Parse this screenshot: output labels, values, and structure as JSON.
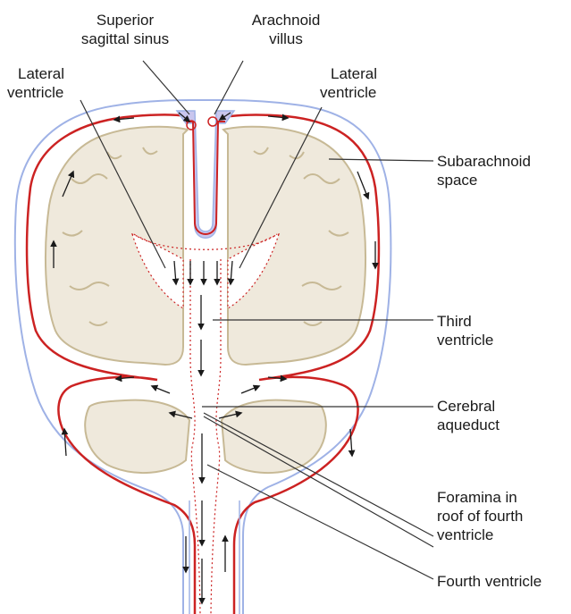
{
  "labels": {
    "superior_sagittal_sinus": [
      "Superior",
      "sagittal sinus"
    ],
    "arachnoid_villus": [
      "Arachnoid",
      "villus"
    ],
    "lateral_ventricle_left": [
      "Lateral",
      "ventricle"
    ],
    "lateral_ventricle_right": [
      "Lateral",
      "ventricle"
    ],
    "subarachnoid_space": [
      "Subarachnoid",
      "space"
    ],
    "third_ventricle": [
      "Third",
      "ventricle"
    ],
    "cerebral_aqueduct": [
      "Cerebral",
      "aqueduct"
    ],
    "foramina": [
      "Foramina in",
      "roof of fourth",
      "ventricle"
    ],
    "fourth_ventricle": [
      "Fourth ventricle"
    ]
  },
  "colors": {
    "dura_outline": "#9fb2e6",
    "csf_flow_line": "#cc2222",
    "brain_tissue": "#efe9dc",
    "brain_outline": "#c7b995",
    "sinus_fill": "#c9c6ee",
    "leader_line": "#333333"
  }
}
